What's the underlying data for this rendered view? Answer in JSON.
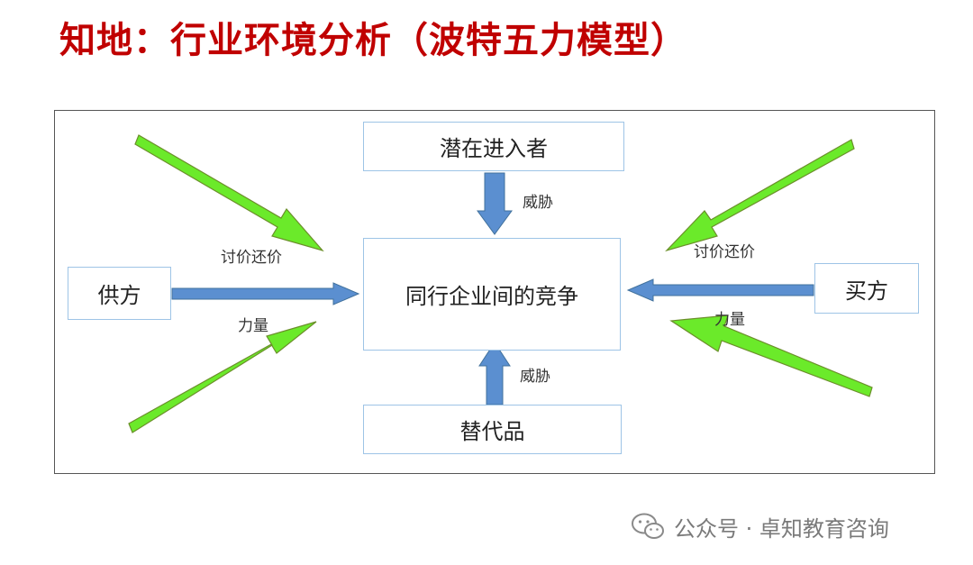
{
  "title": "知地：行业环境分析（波特五力模型）",
  "nodes": {
    "entrants": "潜在进入者",
    "rivalry": "同行企业间的竞争",
    "substitutes": "替代品",
    "suppliers": "供方",
    "buyers": "买方"
  },
  "labels": {
    "threat_top": "威胁",
    "threat_bottom": "威胁",
    "bargain_left": "讨价还价",
    "power_left": "力量",
    "bargain_right": "讨价还价",
    "power_right": "力量"
  },
  "footer": {
    "dot": "公众号 · 卓知教育咨询"
  },
  "colors": {
    "title": "#c00000",
    "blue_arrow": "#5b8fd0",
    "green_arrow": "#6bea2a",
    "node_border": "#9ec4e6"
  }
}
